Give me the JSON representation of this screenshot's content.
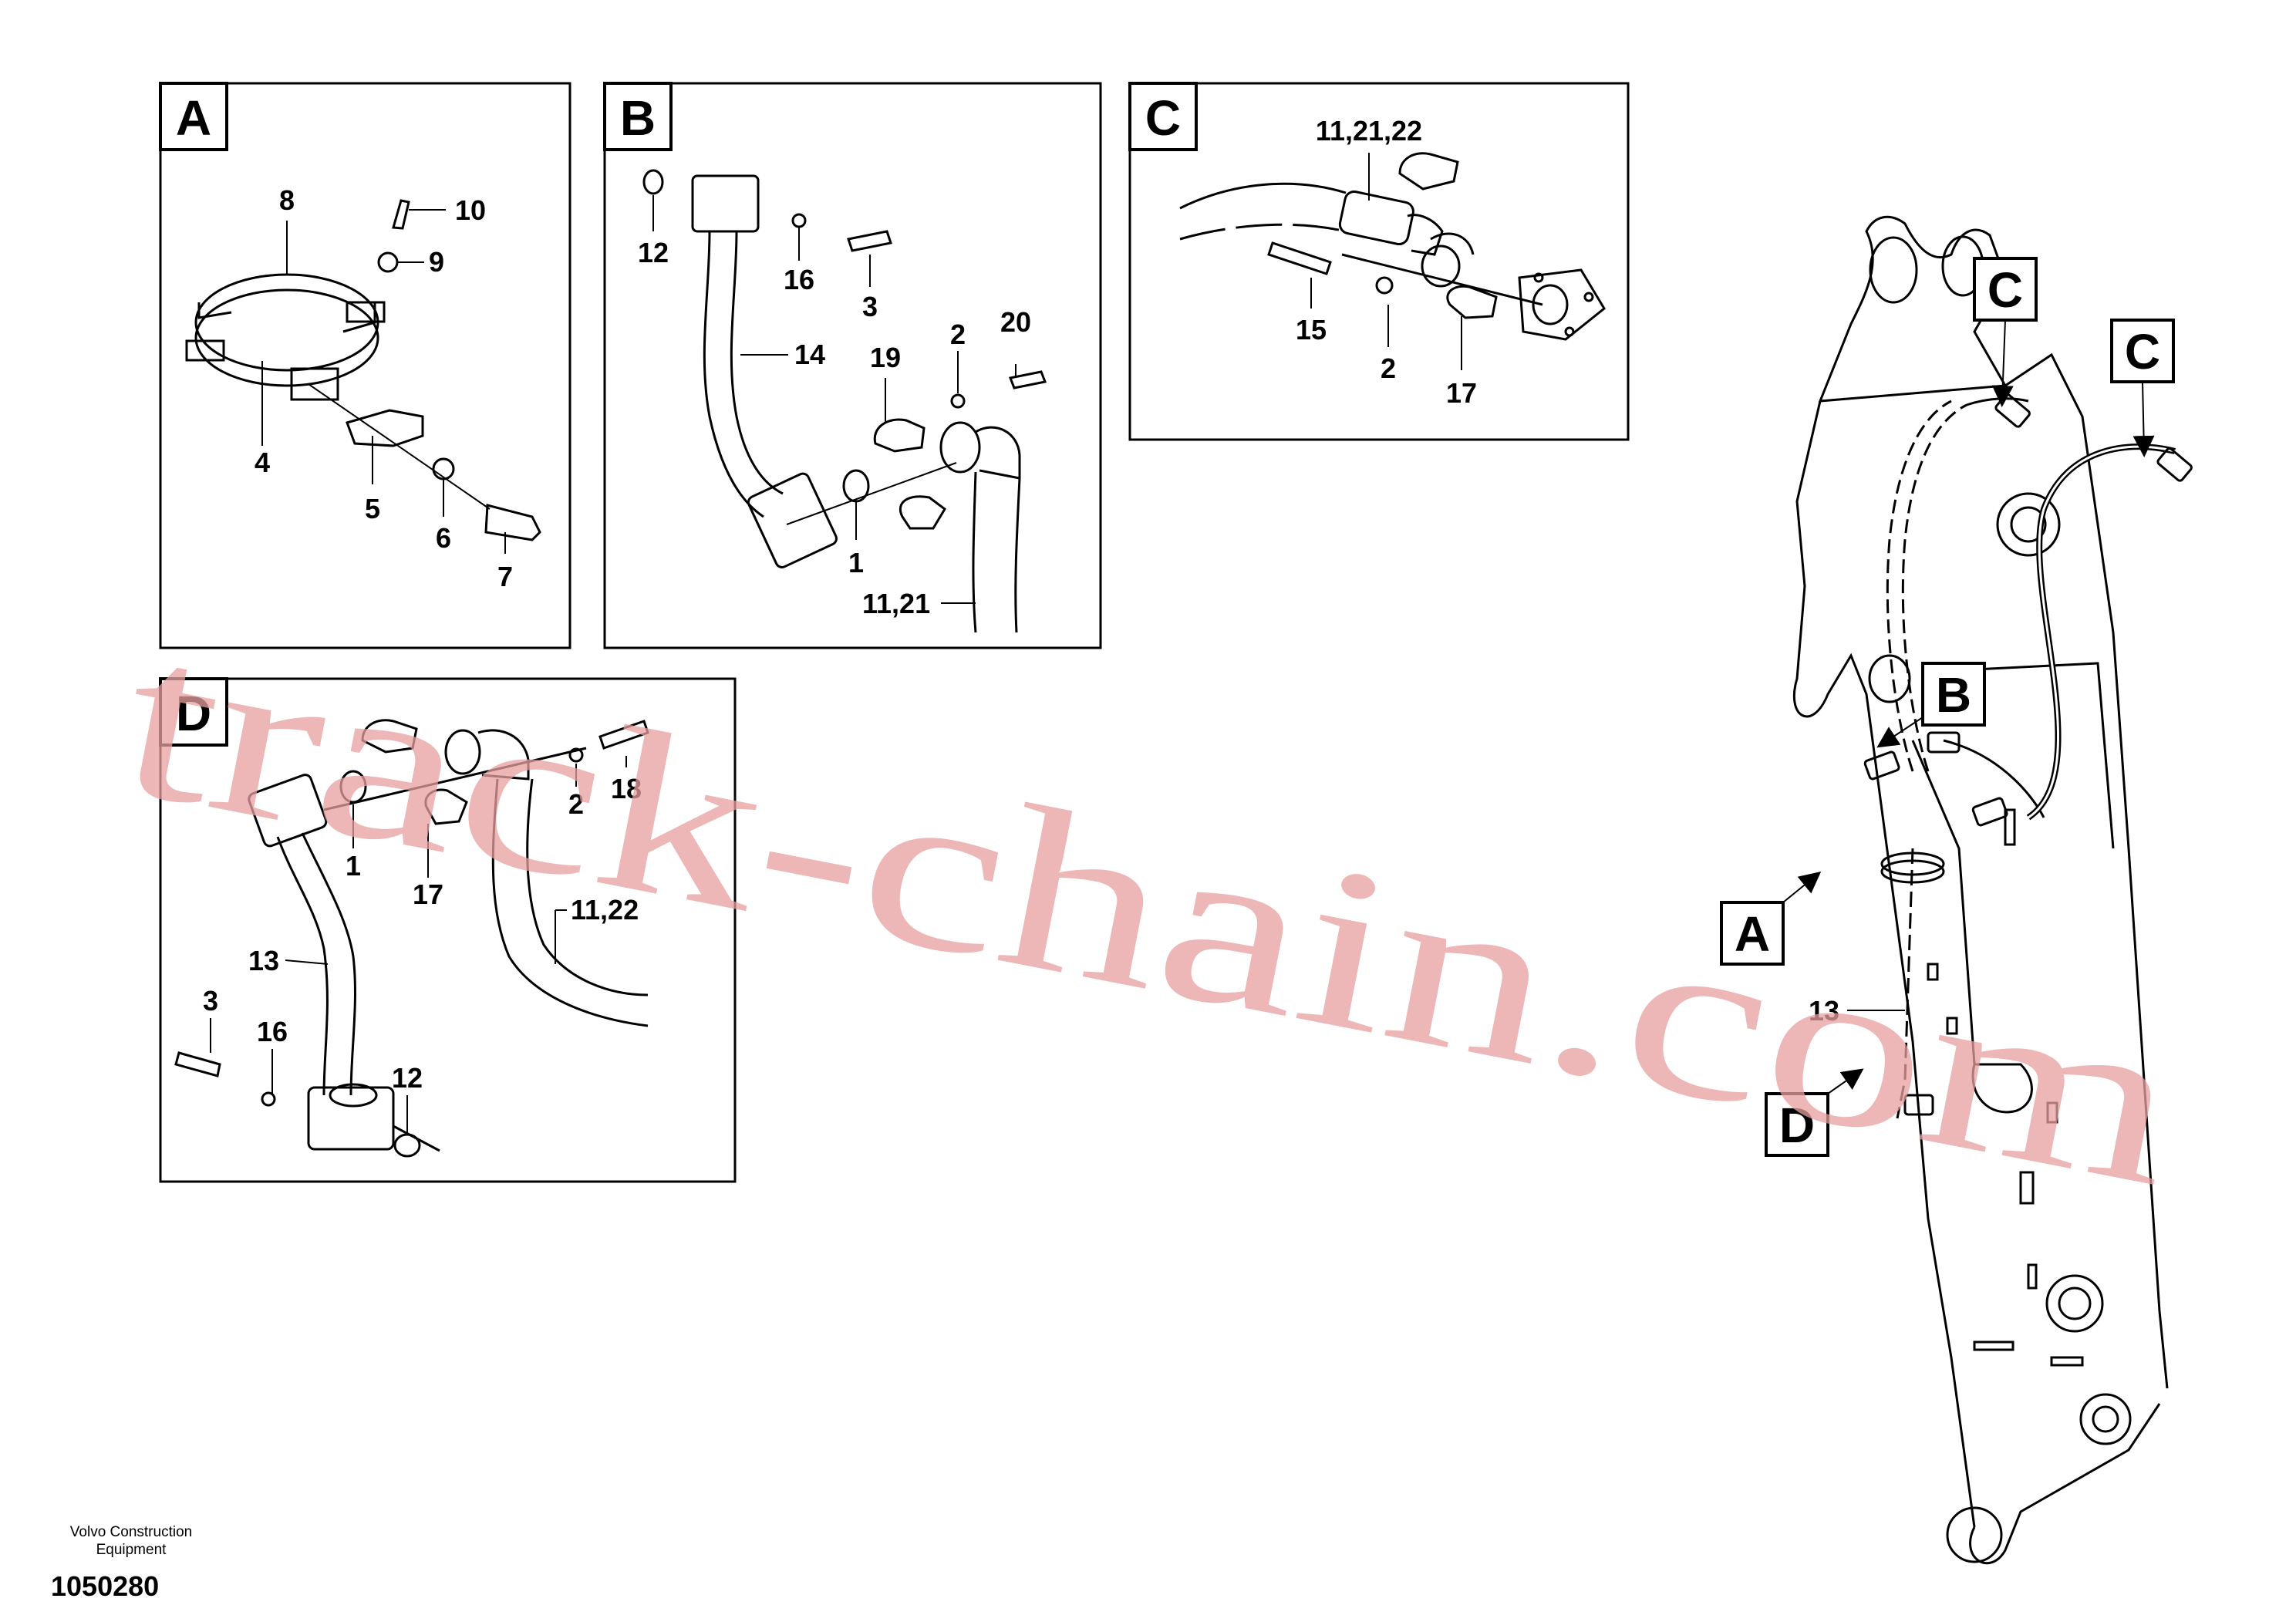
{
  "panels": {
    "A": {
      "letter": "A",
      "callouts": [
        "8",
        "10",
        "9",
        "4",
        "5",
        "6",
        "7"
      ]
    },
    "B": {
      "letter": "B",
      "callouts": [
        "12",
        "16",
        "3",
        "14",
        "2",
        "20",
        "19",
        "1",
        "11,21"
      ]
    },
    "C": {
      "letter": "C",
      "callouts": [
        "11,21,22",
        "15",
        "2",
        "17"
      ]
    },
    "D": {
      "letter": "D",
      "callouts": [
        "1",
        "2",
        "18",
        "17",
        "11,22",
        "13",
        "3",
        "16",
        "12"
      ]
    }
  },
  "overview": {
    "markers": [
      "C",
      "C",
      "B",
      "A",
      "D"
    ],
    "callouts": [
      "13"
    ]
  },
  "footer": {
    "company": "Volvo Construction Equipment",
    "doc_number": "1050280"
  },
  "watermark": "track-chain.com",
  "colors": {
    "line": "#000000",
    "watermark": "#e8a0a0",
    "background": "#ffffff"
  }
}
